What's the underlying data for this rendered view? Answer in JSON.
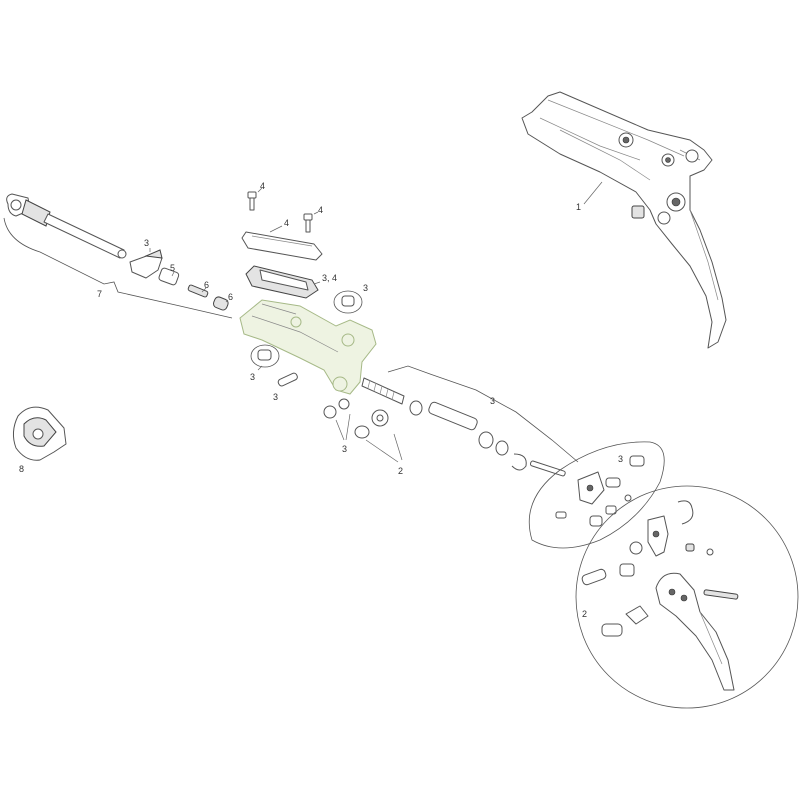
{
  "callouts": {
    "c1": "1",
    "c2a": "2",
    "c2b": "2",
    "c3a": "3",
    "c3b": "3",
    "c3c": "3",
    "c3d": "3",
    "c3e": "3",
    "c3f": "3",
    "c34": "3, 4",
    "c4a": "4",
    "c4b": "4",
    "c4c": "4",
    "c5": "5",
    "c6a": "6",
    "c6b": "6",
    "c7": "7",
    "c8": "8"
  },
  "colors": {
    "highlight_part": "#eef3e2",
    "line_art": "#555555"
  }
}
